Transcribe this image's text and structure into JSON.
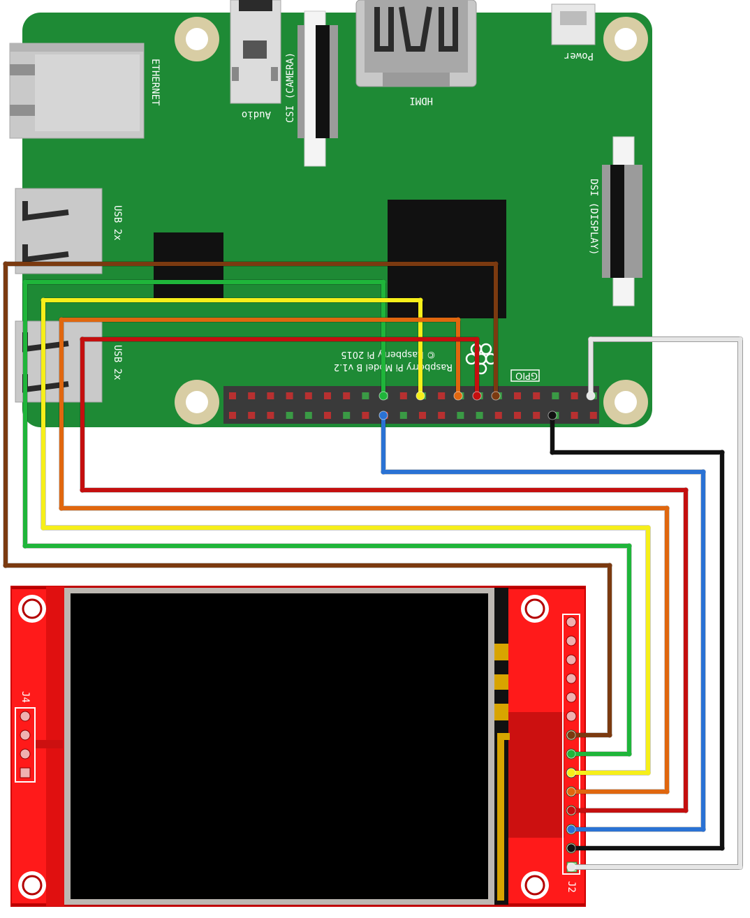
{
  "board": {
    "model_text": "Raspberry Pi Model B v1.2",
    "copyright_text": "© Raspberry Pi 2015",
    "labels": {
      "ethernet": "ETHERNET",
      "audio": "Audio",
      "csi": "CSI (CAMERA)",
      "hdmi": "HDMI",
      "power": "Power",
      "dsi": "DSI (DISPLAY)",
      "usb_top": "USB 2x",
      "usb_bottom": "USB 2x",
      "gpio": "GPIO"
    },
    "colors": {
      "pcb": "#1e8a35",
      "hole_ring": "#d8cda4",
      "chip": "#111111",
      "header": "#3a3a3a"
    }
  },
  "display": {
    "labels": {
      "j4": "J4",
      "j2": "J2"
    },
    "colors": {
      "pcb": "#ff1a1a",
      "screen": "#000000",
      "bezel": "#bdb8b2",
      "trace": "#d8a400"
    }
  },
  "wires": [
    {
      "name": "brown",
      "color": "#7b3a10"
    },
    {
      "name": "green",
      "color": "#1fb53a"
    },
    {
      "name": "yellow",
      "color": "#f6ef1a"
    },
    {
      "name": "orange",
      "color": "#e0670f"
    },
    {
      "name": "red",
      "color": "#c40f0f"
    },
    {
      "name": "blue",
      "color": "#2a72d4"
    },
    {
      "name": "black",
      "color": "#111111"
    },
    {
      "name": "white",
      "color": "#e6e6e6"
    }
  ]
}
